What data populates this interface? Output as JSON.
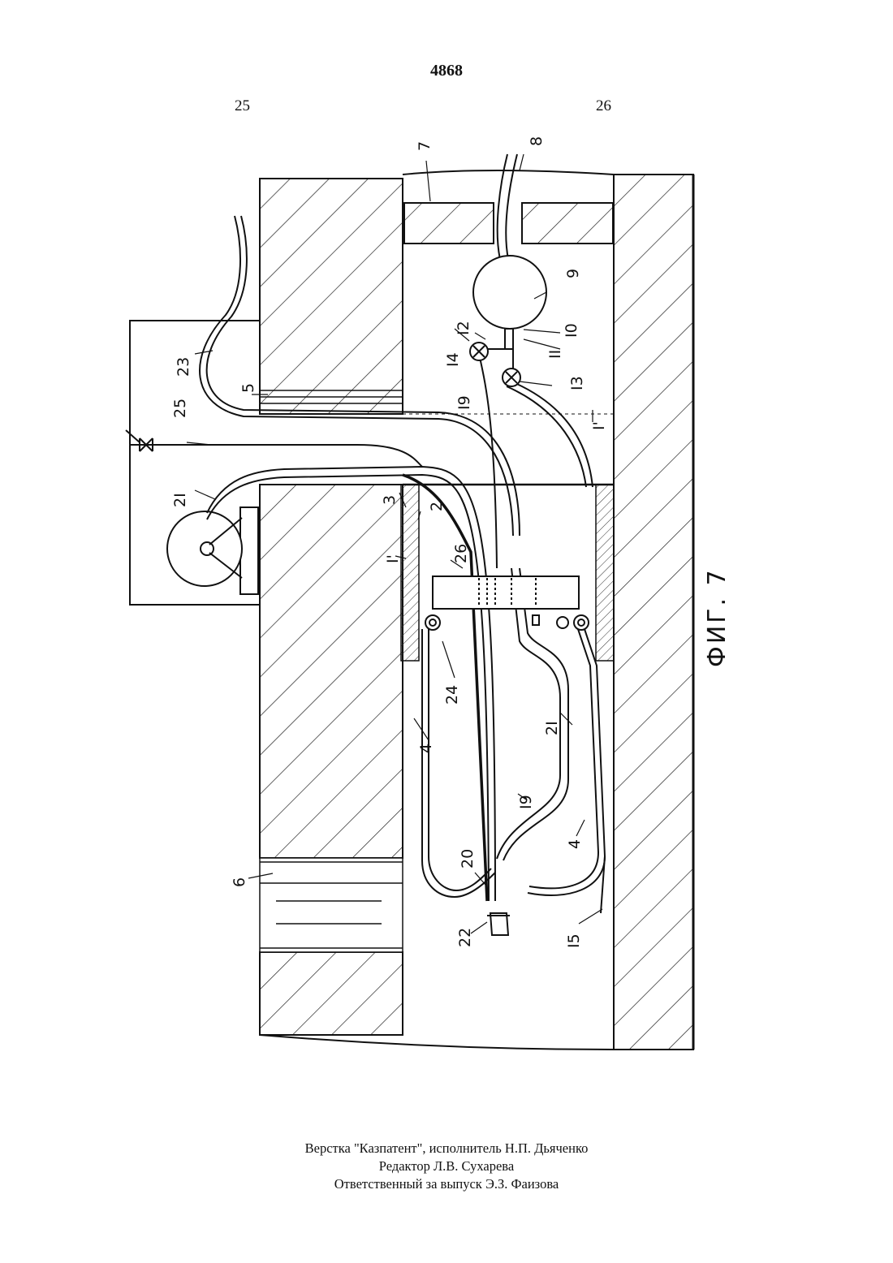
{
  "header": {
    "page_number": "4868",
    "column_left": "25",
    "column_right": "26"
  },
  "figure": {
    "caption": "ФИГ. 7",
    "labels": {
      "n1": "I'",
      "n1b": "I'",
      "n2": "2",
      "n3": "3",
      "n4": "4",
      "n4b": "4",
      "n5": "5",
      "n6": "6",
      "n7": "7",
      "n8": "8",
      "n9": "9",
      "n10": "I0",
      "n11": "II",
      "n12": "I2",
      "n13": "I3",
      "n14": "I4",
      "n15": "I5",
      "n19": "I9",
      "n19b": "I9",
      "n20": "20",
      "n21": "2I",
      "n21b": "2I",
      "n22": "22",
      "n23": "23",
      "n24": "24",
      "n25": "25",
      "n26": "26"
    }
  },
  "footer": {
    "line1": "Верстка \"Казпатент\", исполнитель Н.П. Дьяченко",
    "line2": "Редактор  Л.В. Сухарева",
    "line3": "Ответственный за выпуск Э.З. Фаизова"
  }
}
